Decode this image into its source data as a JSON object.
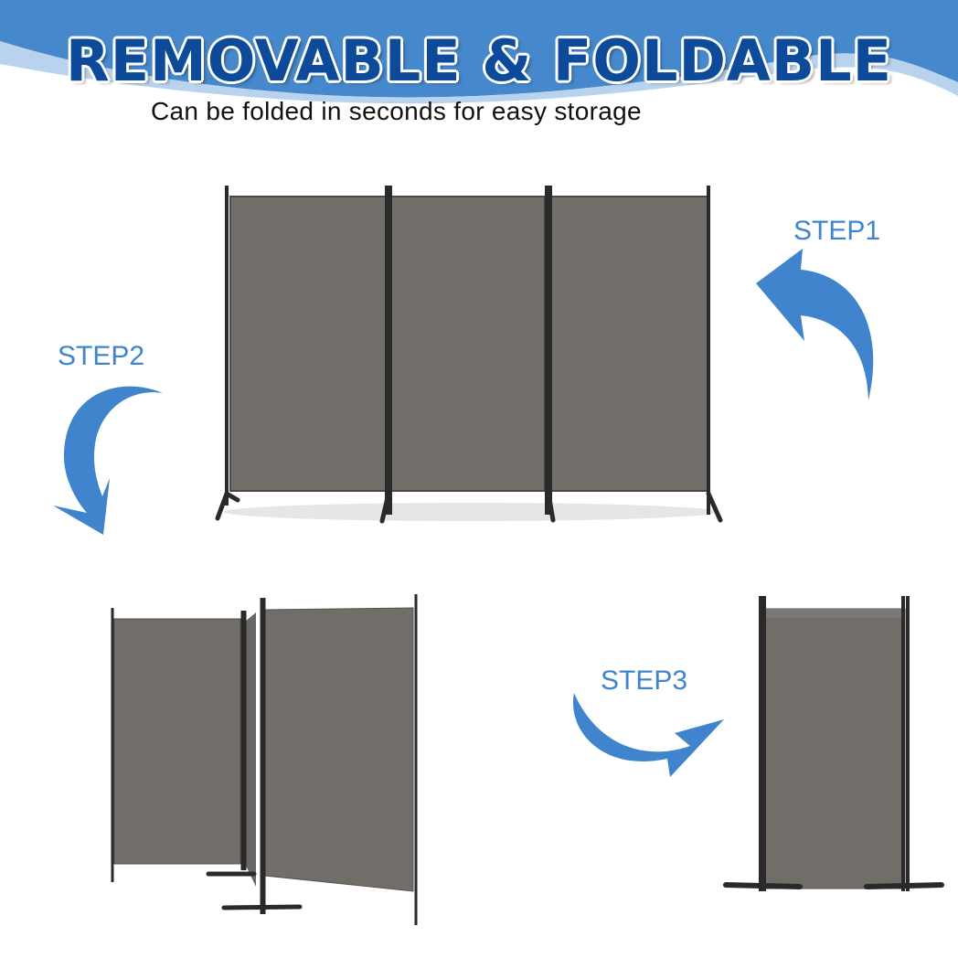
{
  "header": {
    "title": "REMOVABLE & FOLDABLE",
    "subtitle": "Can be folded in seconds for easy storage"
  },
  "steps": [
    {
      "label": "STEP1",
      "arrow": "curved-arrow-left-up"
    },
    {
      "label": "STEP2",
      "arrow": "curved-arrow-down-left"
    },
    {
      "label": "STEP3",
      "arrow": "curved-arrow-right-up"
    }
  ],
  "images": {
    "unfolded": "3-panel-room-divider-unfolded",
    "partially_folded": "3-panel-room-divider-partially-folded",
    "fully_folded": "3-panel-room-divider-fully-folded"
  },
  "colors": {
    "banner_blue": "#4588cb",
    "banner_light": "#b9d3ee",
    "title_blue": "#0d4a9a",
    "step_blue": "#3f84cc",
    "fabric_gray": "#716d69",
    "frame_black": "#2a2a2a"
  }
}
